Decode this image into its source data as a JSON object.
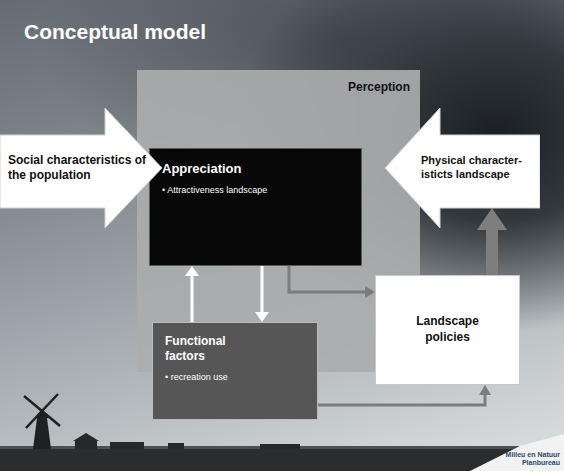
{
  "diagram": {
    "title": "Conceptual model",
    "nodes": [
      {
        "text": [
          "Perception"
        ]
      },
      {
        "text": [
          "Social characteristics of the population"
        ]
      },
      {
        "text": [
          "Appreciation",
          "• Attractiveness landscape"
        ],
        "in": 0
      },
      {
        "text": [
          "Physical character- isticts landscape"
        ]
      },
      {
        "text": [
          "Functional factors",
          "• recreation use"
        ]
      },
      {
        "text": [
          "Landscape policies"
        ]
      }
    ],
    "edges": [
      {
        "from": 4,
        "to": 2,
        "arrow": "to"
      },
      {
        "from": 2,
        "to": 4,
        "arrow": "to"
      },
      {
        "from": 2,
        "to": 5,
        "arrow": "to"
      },
      {
        "from": 4,
        "to": 5,
        "arrow": "to"
      },
      {
        "from": 5,
        "to": 3,
        "arrow": "to"
      }
    ],
    "labels": [
      "Milieu en Natuur Planbureau"
    ]
  }
}
